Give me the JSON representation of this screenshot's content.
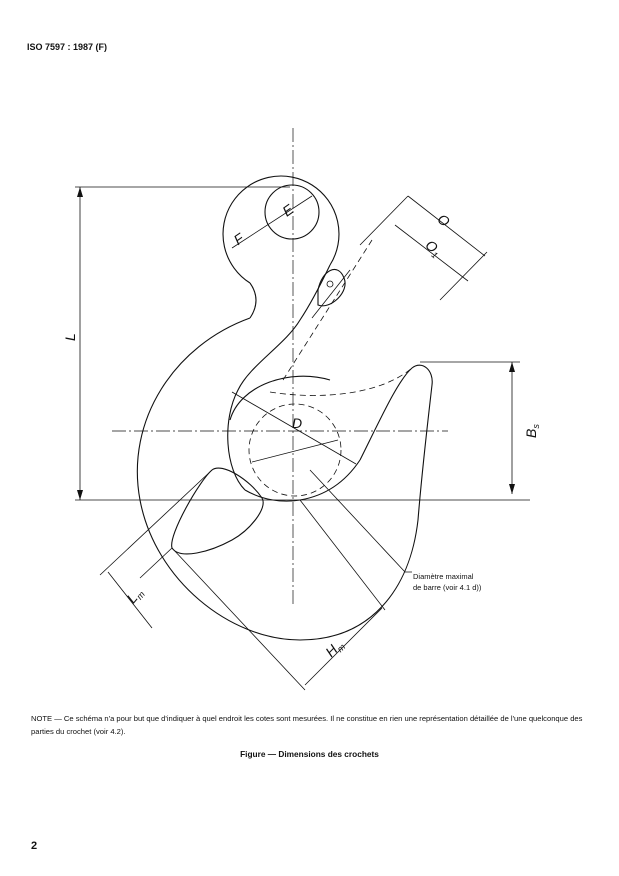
{
  "header": {
    "standard": "ISO 7597 : 1987 (F)"
  },
  "figure": {
    "labels": {
      "L": "L",
      "F": "F",
      "E": "E",
      "O": "O",
      "O1": "O",
      "O1_sub": "1",
      "Bs": "B",
      "Bs_sub": "s",
      "D": "D",
      "Lm": "L",
      "Lm_sub": "m",
      "Hm": "H",
      "Hm_sub": "m"
    },
    "callout": {
      "line1": "Diamètre maximal",
      "line2": "de barre (voir 4.1 d))"
    }
  },
  "note": "NOTE — Ce schéma n'a pour but que d'indiquer à quel endroit les cotes sont mesurées. Il ne constitue en rien une représentation détaillée de l'une quelconque des parties du crochet (voir 4.2).",
  "caption": "Figure — Dimensions des crochets",
  "page_number": "2"
}
